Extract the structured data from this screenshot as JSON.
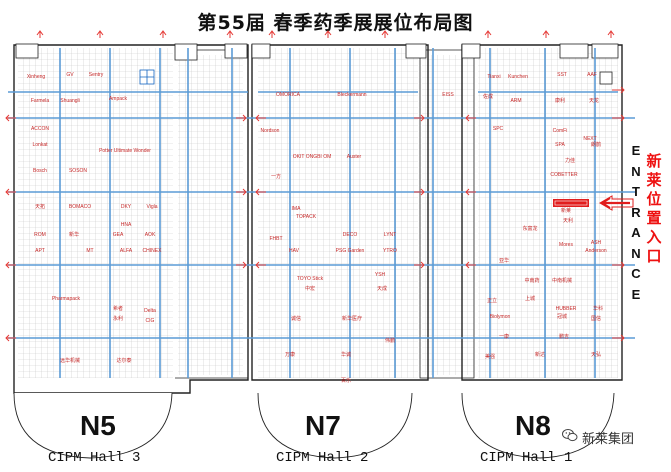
{
  "title": "第55届 春季药季展展位布局图",
  "entrance_letters": [
    "E",
    "N",
    "T",
    "R",
    "A",
    "N",
    "C",
    "E"
  ],
  "entrance_marker": {
    "chars": [
      "新",
      "莱",
      "位",
      "置",
      "入",
      "口"
    ],
    "color": "#e11d1d"
  },
  "watermark": "新莱集团",
  "colors": {
    "aisle": "#5b9bd5",
    "wall": "#222222",
    "booth_label": "#c62828",
    "arrow": "#e53935",
    "highlight": "#e11d1d"
  },
  "halls": [
    {
      "code": "N5",
      "name": "CIPM Hall 3",
      "booths": [
        "Xinheng",
        "GV",
        "Sentry",
        "Farmela",
        "Shuangli",
        "Ampack",
        "ACCON",
        "Lonkat",
        "Potter Ultimate Wonder",
        "Bosch",
        "SOSON",
        "天拓",
        "BOMACO",
        "DKY",
        "Vigla",
        "ROM",
        "新华",
        "GEA",
        "HNA",
        "AOK",
        "APT",
        "MT",
        "ALFA",
        "CHINEX",
        "Pharmapack",
        "希者",
        "永利",
        "CIG",
        "Delta",
        "远华机械",
        "达尔泰"
      ]
    },
    {
      "code": "N7",
      "name": "CIPM Hall 2",
      "booths": [
        "OMORICA",
        "Bleckermann",
        "Nordson",
        "OKIT ONGBI OM",
        "Auster",
        "一方",
        "IMA",
        "TOPACK",
        "DECO",
        "LYNT",
        "FHBT",
        "YTRO",
        "HAV",
        "PSG Garden",
        "TOYO Stick",
        "YSH",
        "中宏",
        "天成",
        "诚信",
        "新华医疗",
        "万康",
        "伟鹏",
        "百乐",
        "华诚"
      ]
    },
    {
      "code": "N8",
      "name": "CIPM Hall 1",
      "booths": [
        "Tianxi",
        "Kunchen",
        "EISS",
        "SST",
        "AAF",
        "佐成",
        "ARM",
        "康利",
        "天龙",
        "SPC",
        "ComFi",
        "NEXT",
        "SPA",
        "朗鹊",
        "力佳",
        "COBETTER",
        "新莱",
        "天利",
        "东富龙",
        "Mores",
        "ASH",
        "Anderson",
        "亚华",
        "中南药",
        "中南机械",
        "正立",
        "上城",
        "HUBBER",
        "Biolymon",
        "华科",
        "冠城",
        "国信",
        "一康",
        "鹏吉",
        "美强",
        "新达",
        "天弘"
      ]
    }
  ]
}
